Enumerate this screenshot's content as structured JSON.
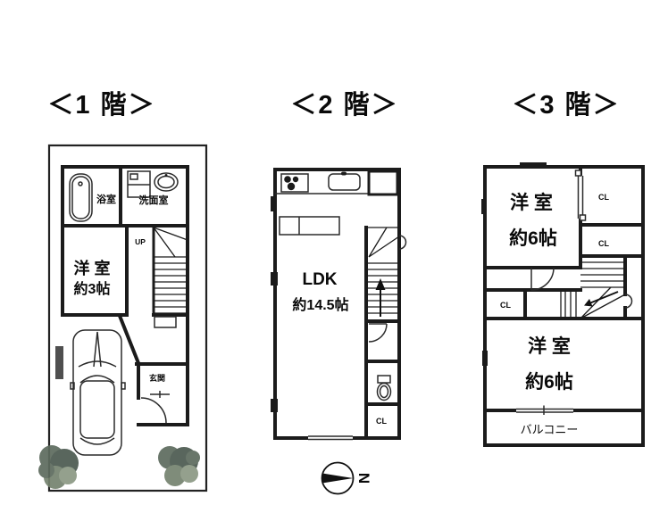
{
  "floors": [
    {
      "title": "＜1 階＞",
      "labels": {
        "bath": "浴室",
        "washroom": "洗面室",
        "room_name": "洋 室",
        "room_size": "約3帖",
        "stairs_up": "UP",
        "entrance": "玄関"
      }
    },
    {
      "title": "＜2 階＞",
      "labels": {
        "ldk_name": "LDK",
        "ldk_size": "約14.5帖",
        "closet": "CL"
      }
    },
    {
      "title": "＜3 階＞",
      "labels": {
        "room1_name": "洋 室",
        "room1_size": "約6帖",
        "closet1": "CL",
        "closet2": "CL",
        "closet3": "CL",
        "room2_name": "洋 室",
        "room2_size": "約6帖",
        "balcony": "バルコニー"
      }
    }
  ],
  "compass": {
    "north": "N"
  },
  "colors": {
    "wall": "#1b1b1b",
    "paper": "#ffffff",
    "tree_dark": "#4c5a50",
    "tree_mid": "#5d6b5e",
    "tree_light": "#8b9884"
  }
}
